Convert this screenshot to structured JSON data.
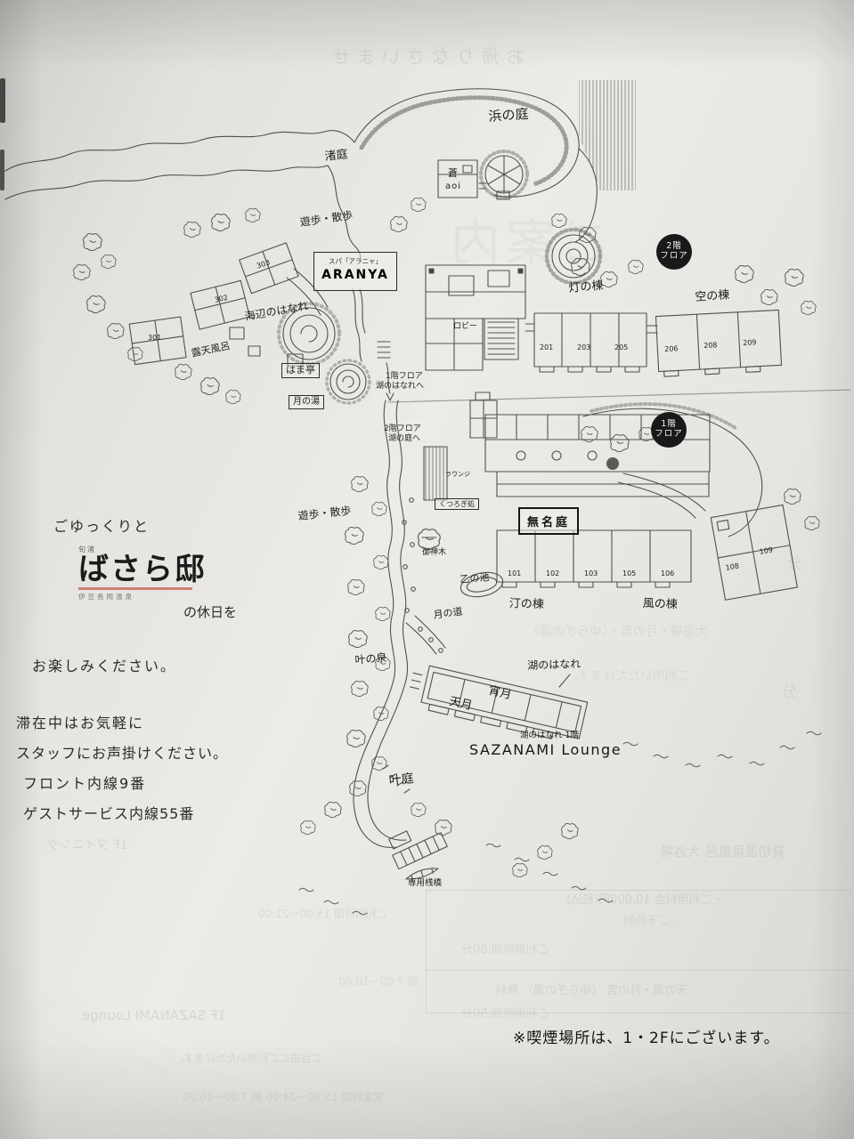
{
  "left_panel": {
    "greeting": "ごゆっくりと",
    "logo_top": "旬渚",
    "logo_main": "ばさら邸",
    "logo_sub": "伊豆長岡温泉",
    "holiday": "の休日を",
    "enjoy": "お楽しみください。",
    "stay1": "滞在中はお気軽に",
    "stay2": "スタッフにお声掛けください。",
    "front_line": "フロント内線9番",
    "guest_line": "ゲストサービス内線55番"
  },
  "notes": {
    "smoking": "※喫煙場所は、1・2Fにございます。"
  },
  "map2f": {
    "badge_l1": "2階",
    "badge_l2": "フロア",
    "labels": {
      "hama_niwa": "浜の庭",
      "nagisa_niwa": "渚庭",
      "aoi_kanji": "蒼",
      "aoi_name": "aoi",
      "walk": "遊歩・散歩",
      "spa_sub": "スパ「アラニャ」",
      "spa_name": "ARANYA",
      "umibe_hanare": "海辺のはなれ",
      "rotenburo": "露天風呂",
      "hamatei": "はま亭",
      "tsuki_no_yu": "月の湯",
      "lobby": "ロビー",
      "to_1f_a": "1階フロア",
      "to_1f_b": "湖のはなれへ",
      "akari_mune": "灯の棟",
      "sora_mune": "空の棟"
    },
    "rooms": {
      "r301": "301",
      "r302": "302",
      "r303": "303",
      "r201": "201",
      "r203": "203",
      "r205": "205",
      "r206": "206",
      "r208": "208",
      "r209": "209"
    }
  },
  "map1f": {
    "badge_l1": "1階",
    "badge_l2": "フロア",
    "labels": {
      "to_2f_a": "2階フロア",
      "to_2f_b": "湖の庭へ",
      "lounge": "ラウンジ",
      "kutsurogi": "くつろぎ処",
      "mumei_tei": "無名庭",
      "walk": "遊歩・散歩",
      "goshinboku": "御神木",
      "oto_no_ike": "乙の池",
      "migiwa_mune": "汀の棟",
      "kaze_mune": "風の棟",
      "tsuki_no_michi": "月の道",
      "kano_izumi": "叶の泉",
      "umi_no_hanare": "湖のはなれ",
      "tengetsu": "天月",
      "yoizuki": "宵月",
      "hanare_floor": "湖のはなれ 1階",
      "sazanami": "SAZANAMI Lounge",
      "kano_niwa": "叶庭",
      "sanbashi": "専用桟橋"
    },
    "rooms": {
      "r101": "101",
      "r102": "102",
      "r103": "103",
      "r105": "105",
      "r106": "106",
      "r108": "108",
      "r109": "109"
    }
  },
  "show_through": {
    "welcome": "お帰りなさいませ",
    "big_chars": "ご案内",
    "mid1": "大浴場・月の宮・〈ゆらぎの湯〉",
    "mid2": "ご利用いただけます。",
    "min1": "分",
    "min2": "分",
    "br_header": "貸切温泉風呂 大浴場",
    "br1": "・ご利用料金 10,000円(税込)",
    "br2": "・ご予約制",
    "br3": "ご利用時間:80分",
    "br4": "天の湯・月の宮 〈ゆらぎの湯〉 無料",
    "br5": "ご利用時間:50分",
    "bl1": "1F ダイニング",
    "bl2": "ご利用時間 15:00〜21:00",
    "bl3": "朝 7:00〜10:00",
    "bl4": "1F SAZANAMI Lounge",
    "bl5": "ご自由にご利用いただけます。",
    "bl6": "営業時間 15:00〜24:00 朝 7:00〜10:00"
  }
}
